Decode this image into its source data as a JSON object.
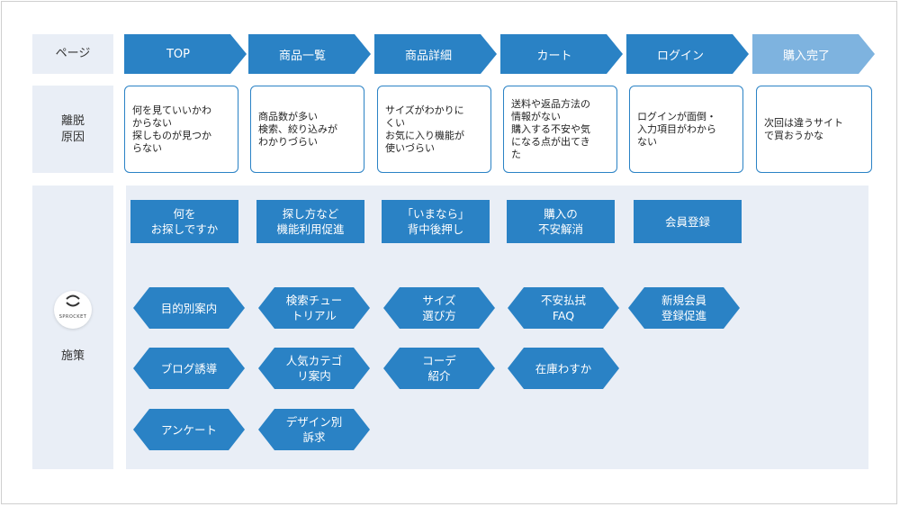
{
  "labels": {
    "page": "ページ",
    "reason": "離脱\n原因",
    "measures": "施策"
  },
  "logo": {
    "text": "SPROCKET",
    "icon": "sprocket-logo-icon"
  },
  "pages": [
    "TOP",
    "商品一覧",
    "商品詳細",
    "カート",
    "ログイン",
    "購入完了"
  ],
  "reasons": [
    "何を見ていいかわ\nからない\n探しものが見つか\nらない",
    "商品数が多い\n検索、絞り込みが\nわかりづらい",
    "サイズがわかりに\nくい\nお気に入り機能が\n使いづらい",
    "送料や返品方法の\n情報がない\n購入する不安や気\nになる点が出てき\nた",
    "ログインが面倒・\n入力項目がわから\nない",
    "次回は違うサイト\nで買おうかな"
  ],
  "themes": [
    "何を\nお探しですか",
    "探し方など\n機能利用促進",
    "「いまなら」\n背中後押し",
    "購入の\n不安解消",
    "会員登録"
  ],
  "measures": [
    [
      "目的別案内",
      "ブログ誘導",
      "アンケート"
    ],
    [
      "検索チュー\nトリアル",
      "人気カテゴ\nリ案内",
      "デザイン別\n訴求"
    ],
    [
      "サイズ\n選び方",
      "コーデ\n紹介"
    ],
    [
      "不安払拭\nFAQ",
      "在庫わすか"
    ],
    [
      "新規会員\n登録促進"
    ]
  ],
  "colors": {
    "primary": "#2a82c5",
    "light": "#7eb3df",
    "panel": "#e9eef6"
  }
}
